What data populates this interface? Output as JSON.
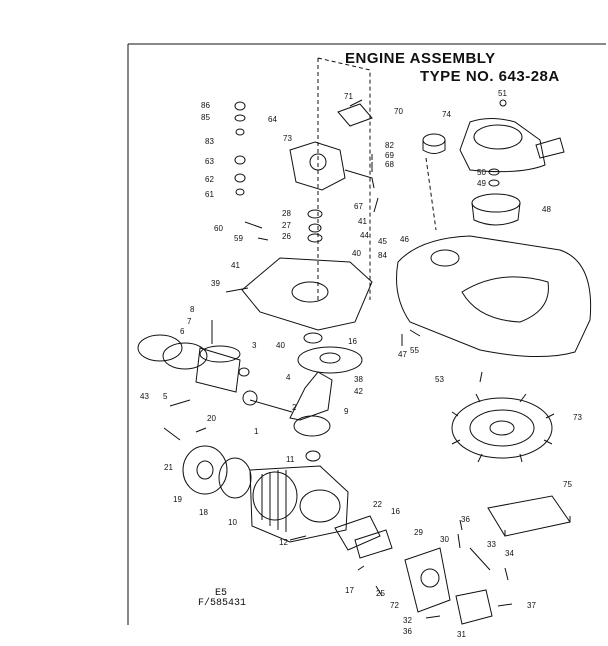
{
  "header": {
    "title_line1": "ENGINE ASSEMBLY",
    "title_line2": "TYPE NO. 643-28A"
  },
  "footer": {
    "code_line1": "E5",
    "code_line2": "F/585431"
  },
  "parts": [
    {
      "id": "p86",
      "num": "86"
    },
    {
      "id": "p85",
      "num": "85"
    },
    {
      "id": "p64",
      "num": "64"
    },
    {
      "id": "p83",
      "num": "83"
    },
    {
      "id": "p63",
      "num": "63"
    },
    {
      "id": "p62",
      "num": "62"
    },
    {
      "id": "p61",
      "num": "61"
    },
    {
      "id": "p71",
      "num": "71"
    },
    {
      "id": "p70",
      "num": "70"
    },
    {
      "id": "p73a",
      "num": "73"
    },
    {
      "id": "p82",
      "num": "82"
    },
    {
      "id": "p69",
      "num": "69"
    },
    {
      "id": "p68",
      "num": "68"
    },
    {
      "id": "p67",
      "num": "67"
    },
    {
      "id": "p51",
      "num": "51"
    },
    {
      "id": "p74",
      "num": "74"
    },
    {
      "id": "p50",
      "num": "50"
    },
    {
      "id": "p49",
      "num": "49"
    },
    {
      "id": "p48",
      "num": "48"
    },
    {
      "id": "p28",
      "num": "28"
    },
    {
      "id": "p27",
      "num": "27"
    },
    {
      "id": "p26",
      "num": "26"
    },
    {
      "id": "p41a",
      "num": "41"
    },
    {
      "id": "p44",
      "num": "44"
    },
    {
      "id": "p45",
      "num": "45"
    },
    {
      "id": "p40a",
      "num": "40"
    },
    {
      "id": "p84",
      "num": "84"
    },
    {
      "id": "p60",
      "num": "60"
    },
    {
      "id": "p59",
      "num": "59"
    },
    {
      "id": "p46",
      "num": "46"
    },
    {
      "id": "p41b",
      "num": "41"
    },
    {
      "id": "p39",
      "num": "39"
    },
    {
      "id": "p8",
      "num": "8"
    },
    {
      "id": "p7",
      "num": "7"
    },
    {
      "id": "p6",
      "num": "6"
    },
    {
      "id": "p16a",
      "num": "16"
    },
    {
      "id": "p40b",
      "num": "40"
    },
    {
      "id": "p3",
      "num": "3"
    },
    {
      "id": "p47",
      "num": "47"
    },
    {
      "id": "p55",
      "num": "55"
    },
    {
      "id": "p38",
      "num": "38"
    },
    {
      "id": "p53",
      "num": "53"
    },
    {
      "id": "p4",
      "num": "4"
    },
    {
      "id": "p42",
      "num": "42"
    },
    {
      "id": "p43",
      "num": "43"
    },
    {
      "id": "p5",
      "num": "5"
    },
    {
      "id": "p2",
      "num": "2"
    },
    {
      "id": "p20",
      "num": "20"
    },
    {
      "id": "p1",
      "num": "1"
    },
    {
      "id": "p9",
      "num": "9"
    },
    {
      "id": "p73b",
      "num": "73"
    },
    {
      "id": "p21",
      "num": "21"
    },
    {
      "id": "p11",
      "num": "11"
    },
    {
      "id": "p19",
      "num": "19"
    },
    {
      "id": "p18",
      "num": "18"
    },
    {
      "id": "p10",
      "num": "10"
    },
    {
      "id": "p75",
      "num": "75"
    },
    {
      "id": "p22",
      "num": "22"
    },
    {
      "id": "p16b",
      "num": "16"
    },
    {
      "id": "p12",
      "num": "12"
    },
    {
      "id": "p29",
      "num": "29"
    },
    {
      "id": "p36a",
      "num": "36"
    },
    {
      "id": "p30",
      "num": "30"
    },
    {
      "id": "p33",
      "num": "33"
    },
    {
      "id": "p34",
      "num": "34"
    },
    {
      "id": "p17",
      "num": "17"
    },
    {
      "id": "p25",
      "num": "25"
    },
    {
      "id": "p72",
      "num": "72"
    },
    {
      "id": "p32",
      "num": "32"
    },
    {
      "id": "p37",
      "num": "37"
    },
    {
      "id": "p36b",
      "num": "36"
    },
    {
      "id": "p31",
      "num": "31"
    }
  ]
}
